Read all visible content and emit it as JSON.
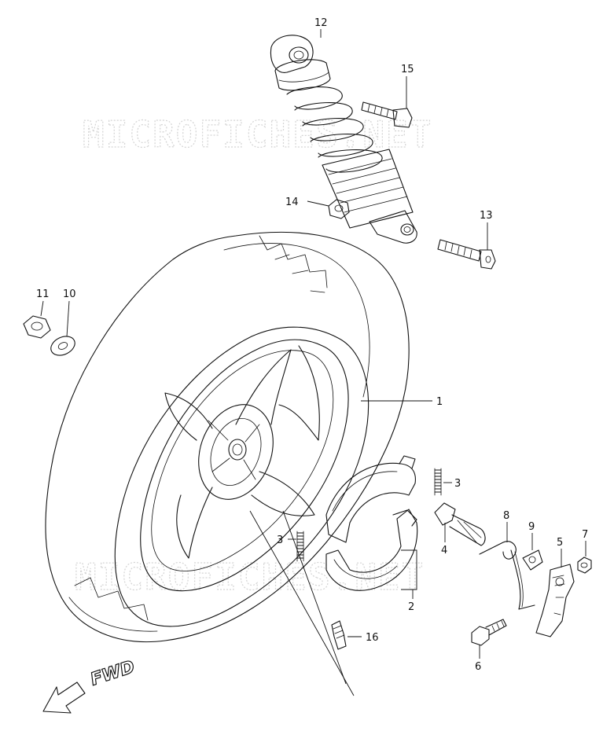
{
  "watermark": "MICROFICHES.NET",
  "direction_label": "FWD",
  "parts": [
    {
      "id": "p1",
      "label": "1",
      "name": "rear-wheel-tire"
    },
    {
      "id": "p2",
      "label": "2",
      "name": "brake-shoe-set"
    },
    {
      "id": "p3a",
      "label": "3",
      "name": "brake-spring-upper"
    },
    {
      "id": "p3b",
      "label": "3",
      "name": "brake-spring-lower"
    },
    {
      "id": "p4",
      "label": "4",
      "name": "brake-camshaft"
    },
    {
      "id": "p5",
      "label": "5",
      "name": "brake-cam-lever"
    },
    {
      "id": "p6",
      "label": "6",
      "name": "lever-bolt"
    },
    {
      "id": "p7",
      "label": "7",
      "name": "lever-nut"
    },
    {
      "id": "p8",
      "label": "8",
      "name": "return-spring"
    },
    {
      "id": "p9",
      "label": "9",
      "name": "wear-indicator-plate"
    },
    {
      "id": "p10",
      "label": "10",
      "name": "axle-washer"
    },
    {
      "id": "p11",
      "label": "11",
      "name": "axle-nut"
    },
    {
      "id": "p12",
      "label": "12",
      "name": "rear-shock-absorber"
    },
    {
      "id": "p13",
      "label": "13",
      "name": "shock-lower-bolt"
    },
    {
      "id": "p14",
      "label": "14",
      "name": "shock-nut"
    },
    {
      "id": "p15",
      "label": "15",
      "name": "shock-upper-bolt"
    },
    {
      "id": "p16",
      "label": "16",
      "name": "valve-stem"
    }
  ]
}
